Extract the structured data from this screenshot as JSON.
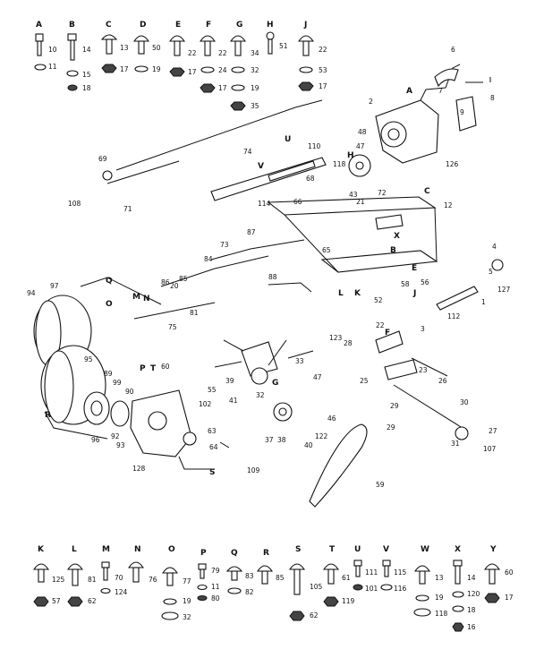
{
  "top_row": [
    {
      "letter": "A",
      "parts": [
        "10",
        "11"
      ]
    },
    {
      "letter": "B",
      "parts": [
        "14",
        "15",
        "18"
      ]
    },
    {
      "letter": "C",
      "parts": [
        "13",
        "17"
      ]
    },
    {
      "letter": "D",
      "parts": [
        "50",
        "19"
      ]
    },
    {
      "letter": "E",
      "parts": [
        "22",
        "17"
      ]
    },
    {
      "letter": "F",
      "parts": [
        "22",
        "24",
        "17"
      ]
    },
    {
      "letter": "G",
      "parts": [
        "34",
        "32",
        "19",
        "35"
      ]
    },
    {
      "letter": "H",
      "parts": [
        "51"
      ]
    },
    {
      "letter": "J",
      "parts": [
        "22",
        "53",
        "17"
      ]
    }
  ],
  "bottom_row": [
    {
      "letter": "K",
      "parts": [
        "125",
        "57"
      ]
    },
    {
      "letter": "L",
      "parts": [
        "81",
        "62"
      ]
    },
    {
      "letter": "M",
      "parts": [
        "70",
        "124"
      ]
    },
    {
      "letter": "N",
      "parts": [
        "76"
      ]
    },
    {
      "letter": "O",
      "parts": [
        "77",
        "19",
        "32"
      ]
    },
    {
      "letter": "P",
      "parts": [
        "79",
        "11",
        "80"
      ]
    },
    {
      "letter": "Q",
      "parts": [
        "83",
        "82"
      ]
    },
    {
      "letter": "R",
      "parts": [
        "85"
      ]
    },
    {
      "letter": "S",
      "parts": [
        "105",
        "62"
      ]
    },
    {
      "letter": "T",
      "parts": [
        "61",
        "119"
      ]
    },
    {
      "letter": "U",
      "parts": [
        "111",
        "101"
      ]
    },
    {
      "letter": "V",
      "parts": [
        "115",
        "116"
      ]
    },
    {
      "letter": "W",
      "parts": [
        "13",
        "19",
        "118"
      ]
    },
    {
      "letter": "X",
      "parts": [
        "14",
        "120",
        "18",
        "16"
      ]
    },
    {
      "letter": "Y",
      "parts": [
        "60",
        "17"
      ]
    }
  ],
  "callouts": [
    "4",
    "5",
    "1",
    "127",
    "112",
    "3",
    "2",
    "48",
    "47",
    "126",
    "72",
    "43",
    "12",
    "C",
    "110",
    "U",
    "74",
    "V",
    "118",
    "114",
    "68",
    "66",
    "21",
    "X",
    "65",
    "88",
    "87",
    "73",
    "84",
    "86",
    "20",
    "85",
    "81",
    "E",
    "56",
    "B",
    "58",
    "52",
    "L",
    "22",
    "N",
    "M",
    "94",
    "97",
    "O",
    "75",
    "89",
    "99",
    "60",
    "55",
    "102",
    "123",
    "28",
    "25",
    "32",
    "47",
    "46",
    "37",
    "38",
    "40",
    "122",
    "41",
    "39",
    "33",
    "29",
    "30",
    "31",
    "27",
    "107",
    "109",
    "128",
    "93",
    "92",
    "90",
    "96",
    "95",
    "63",
    "64",
    "S",
    "59",
    "69",
    "71",
    "108",
    "9",
    "8",
    "7",
    "6",
    "A",
    "K",
    "J",
    "H",
    "29",
    "26",
    "23",
    "F",
    "G",
    "Q",
    "R",
    "P",
    "T"
  ]
}
